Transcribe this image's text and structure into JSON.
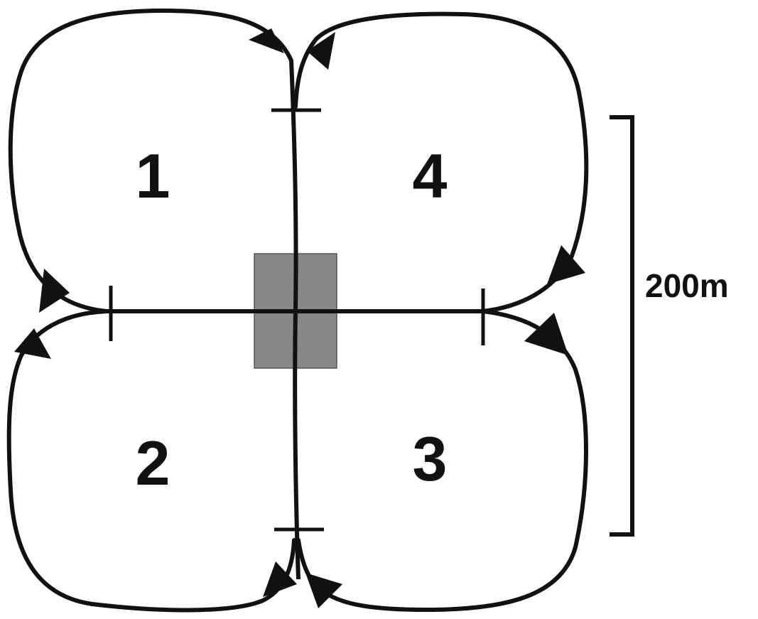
{
  "quadrants": [
    {
      "id": "1",
      "label": "1"
    },
    {
      "id": "2",
      "label": "2"
    },
    {
      "id": "3",
      "label": "3"
    },
    {
      "id": "4",
      "label": "4"
    }
  ],
  "scale": {
    "label": "200m"
  },
  "colors": {
    "line": "#111111",
    "center_block": "#888888",
    "background": "#ffffff"
  }
}
